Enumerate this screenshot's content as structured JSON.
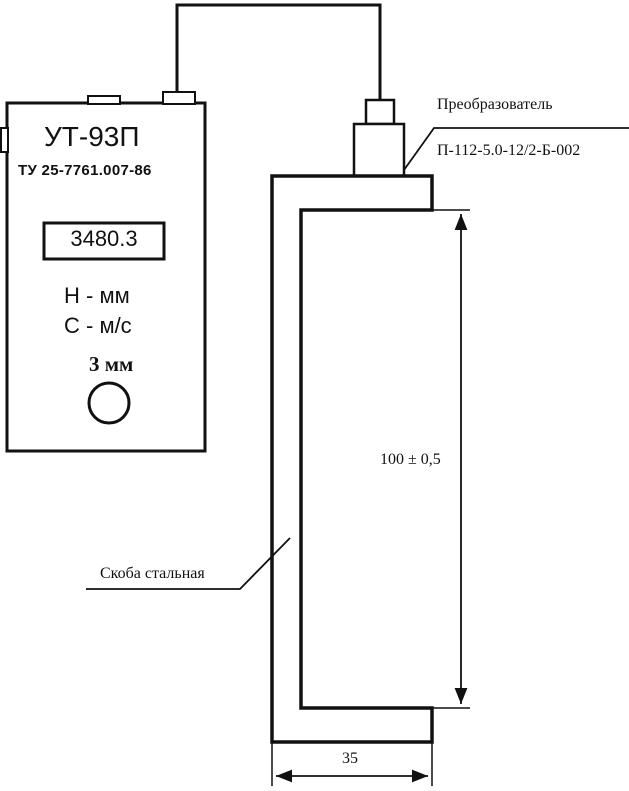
{
  "device": {
    "model": "УТ-93П",
    "spec": "ТУ 25-7761.007-86",
    "display_value": "3480.3",
    "mode_h": "Н - мм",
    "mode_c": "С - м/с",
    "calib_label": "3 мм"
  },
  "transducer": {
    "title": "Преобразователь",
    "code": "П-112-5.0-12/2-Б-002"
  },
  "bracket": {
    "label": "Скоба стальная"
  },
  "dimensions": {
    "height": "100 ± 0,5",
    "width": "35"
  }
}
